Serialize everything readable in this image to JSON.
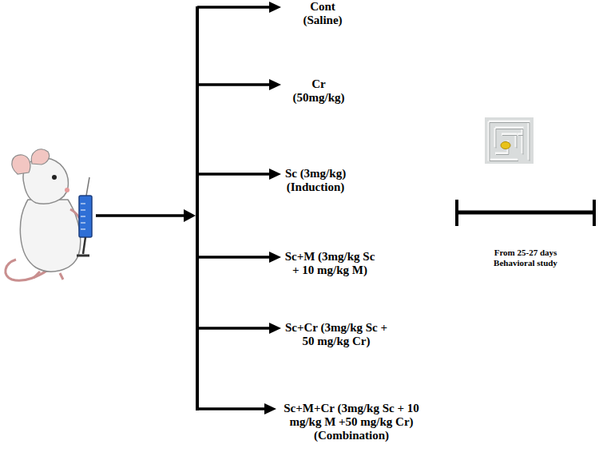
{
  "diagram": {
    "labels": [
      "Cont (Saline)",
      "Cr (50mg/kg)",
      "Sc (3mg/kg) (Induction)",
      "Sc+M (3mg/kg Sc + 10 mg/kg M)",
      "Sc+Cr (3mg/kg Sc + 50 mg/kg Cr)",
      "Sc+M+Cr (3mg/kg Sc + 10 mg/kg M +50 mg/kg Cr) (Combination)",
      "From 25-27 days Behavioral study"
    ]
  }
}
